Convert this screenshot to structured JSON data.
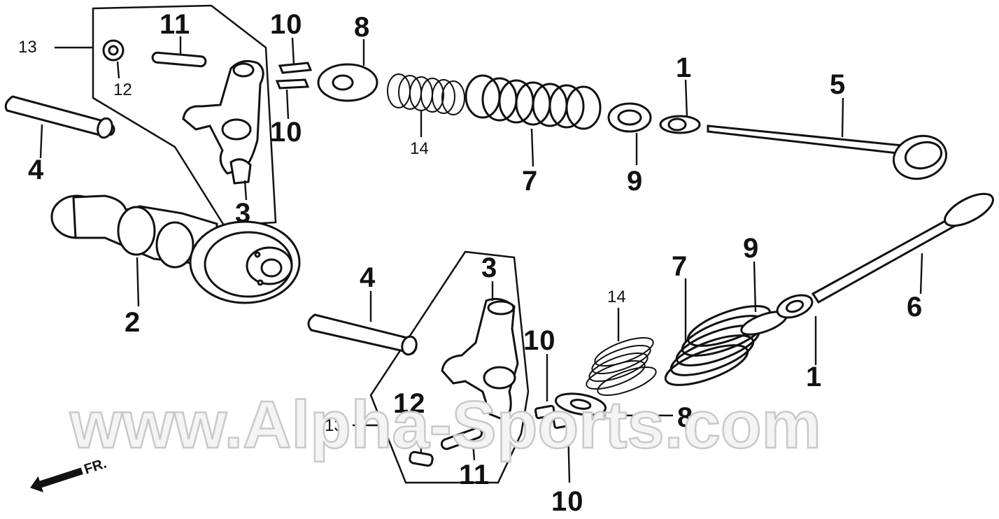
{
  "diagram": {
    "watermark": "www.Alpha-Sports.com",
    "front_arrow_label": "FR.",
    "callouts": {
      "upper": {
        "c13": "13",
        "c11": "11",
        "c12": "12",
        "c10a": "10",
        "c10b": "10",
        "c8": "8",
        "c14": "14",
        "c7": "7",
        "c9": "9",
        "c1": "1",
        "c5": "5",
        "c4": "4",
        "c3": "3",
        "c2": "2"
      },
      "lower": {
        "c4": "4",
        "c3": "3",
        "c14": "14",
        "c7": "7",
        "c9": "9",
        "c6": "6",
        "c1": "1",
        "c10a": "10",
        "c12": "12",
        "c13": "13",
        "c8": "8",
        "c11": "11",
        "c10b": "10"
      }
    }
  }
}
